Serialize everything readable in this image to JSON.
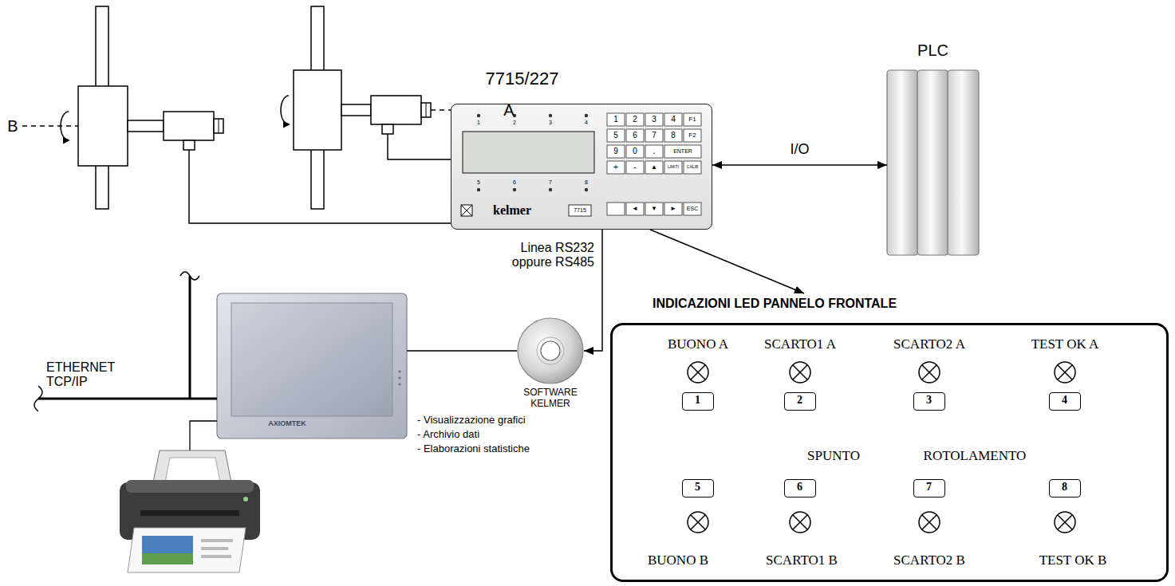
{
  "diagram": {
    "nodes": [
      {
        "text": [
          "7715/227"
        ]
      },
      {
        "text": [
          "PLC"
        ]
      },
      {
        "text": [
          "AXIOMTEK"
        ]
      },
      {
        "text": [
          "SOFTWARE KELMER"
        ]
      },
      {
        "text": [
          "INDICAZIONI LED PANNELO FRONTALE"
        ]
      },
      {
        "text": [
          "1"
        ],
        "in": 4
      },
      {
        "text": [
          "2"
        ],
        "in": 4
      },
      {
        "text": [
          "3"
        ],
        "in": 4
      },
      {
        "text": [
          "4"
        ],
        "in": 4
      },
      {
        "text": [
          "5"
        ],
        "in": 4
      },
      {
        "text": [
          "6"
        ],
        "in": 4
      },
      {
        "text": [
          "7"
        ],
        "in": 4
      },
      {
        "text": [
          "8"
        ],
        "in": 4
      }
    ],
    "edges": [
      {
        "from": 0,
        "to": 1,
        "label": "I/O",
        "arrow": "both"
      },
      {
        "from": 0,
        "to": 3,
        "label": "Linea RS232 oppure RS485",
        "arrow": "to"
      },
      {
        "from": 3,
        "to": 2,
        "arrow": "none"
      },
      {
        "from": 0,
        "to": 4,
        "arrow": "to"
      }
    ],
    "labels": [
      "B",
      "A",
      "1",
      "2",
      "3",
      "4",
      "5",
      "6",
      "7",
      "8",
      "1",
      "2",
      "3",
      "4",
      "F1",
      "5",
      "6",
      "7",
      "8",
      "F2",
      "9",
      "0",
      ".",
      "ENTER",
      "+",
      "-",
      "▲",
      "LIMITI",
      "CALIB",
      "◄",
      "▼",
      "►",
      "ESC",
      "kelmer",
      "7715",
      "ETHERNET TCP/IP",
      "- Visualizzazione grafici",
      "- Archivio dati",
      "- Elaborazioni statistiche",
      "BUONO A",
      "SCARTO1 A",
      "SCARTO2 A",
      "TEST OK A",
      "SPUNTO",
      "ROTOLAMENTO",
      "BUONO B",
      "SCARTO1 B",
      "SCARTO2 B",
      "TEST OK B"
    ]
  }
}
